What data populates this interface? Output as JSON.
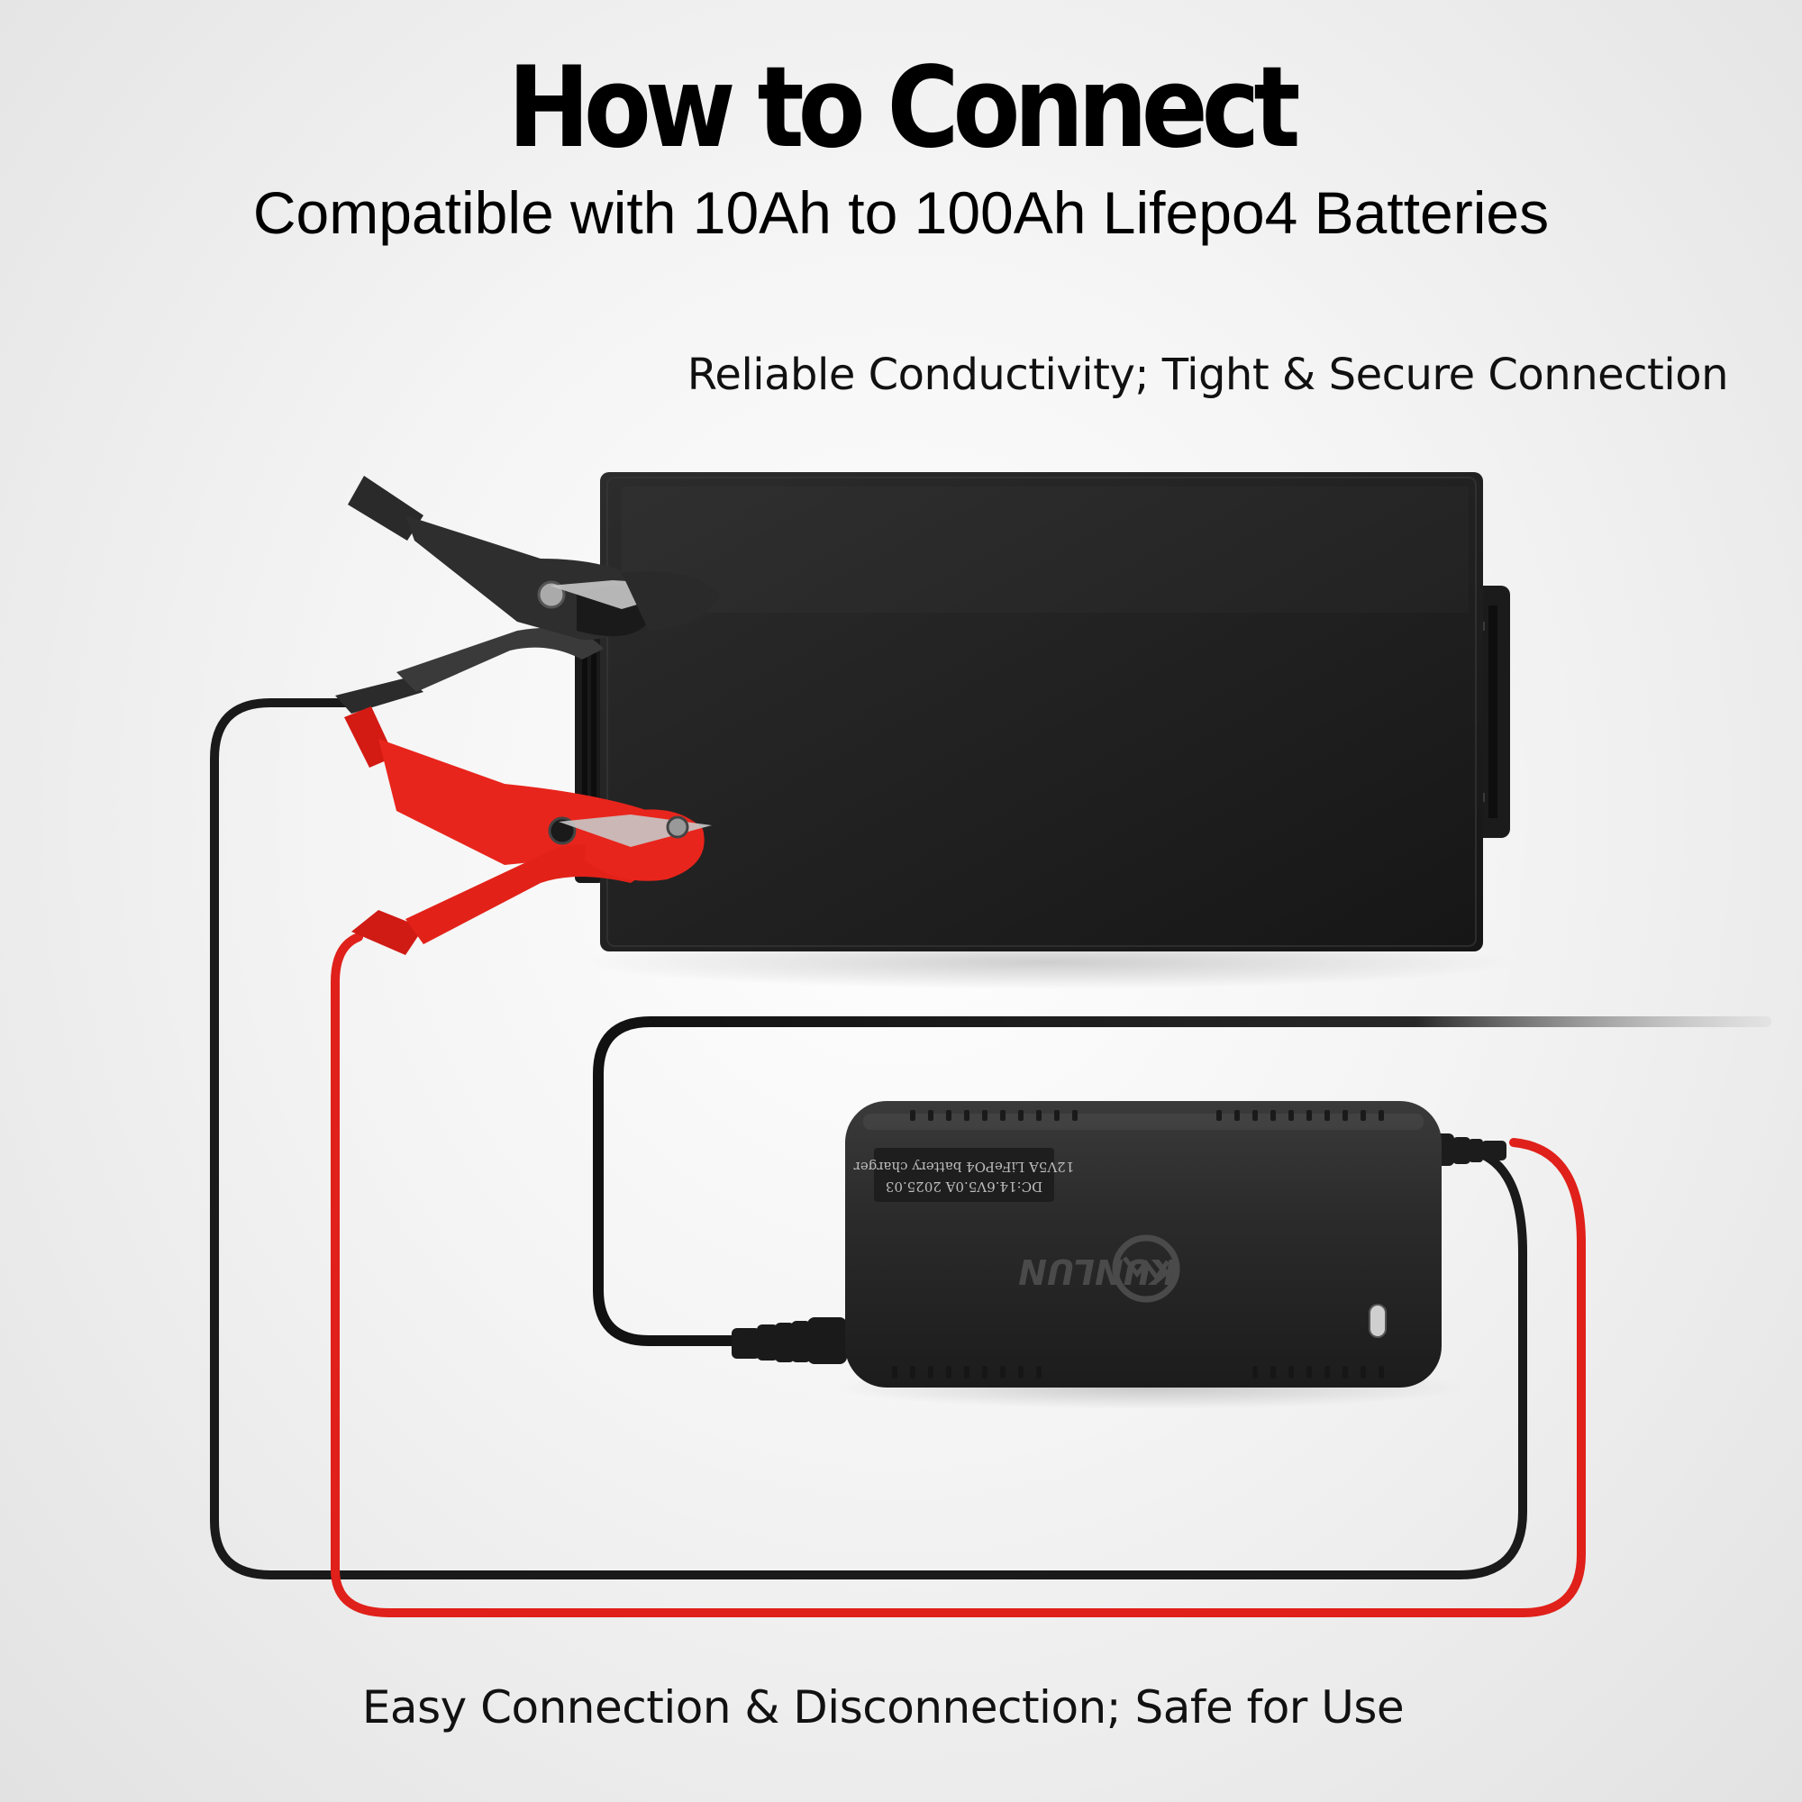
{
  "header": {
    "title": "How to Connect",
    "subtitle": "Compatible with 10Ah to 100Ah Lifepo4 Batteries"
  },
  "captions": {
    "top": "Reliable Conductivity; Tight & Secure Connection",
    "bottom": "Easy Connection & Disconnection; Safe for Use"
  },
  "charger": {
    "brand": "KUNLUN",
    "label_line1": "DC:14.6V5.0A 2025.03",
    "label_line2": "12V5A LiFePO4 battery charger"
  },
  "colors": {
    "battery": "#232323",
    "charger": "#2a2a2a",
    "red_wire": "#e0201a",
    "black_wire": "#1a1a1a",
    "clamp_red": "#e8251c",
    "clamp_black": "#2b2b2b"
  },
  "icons": {
    "brand_logo": "mountain-logo-icon",
    "indicator": "led-indicator-icon"
  }
}
